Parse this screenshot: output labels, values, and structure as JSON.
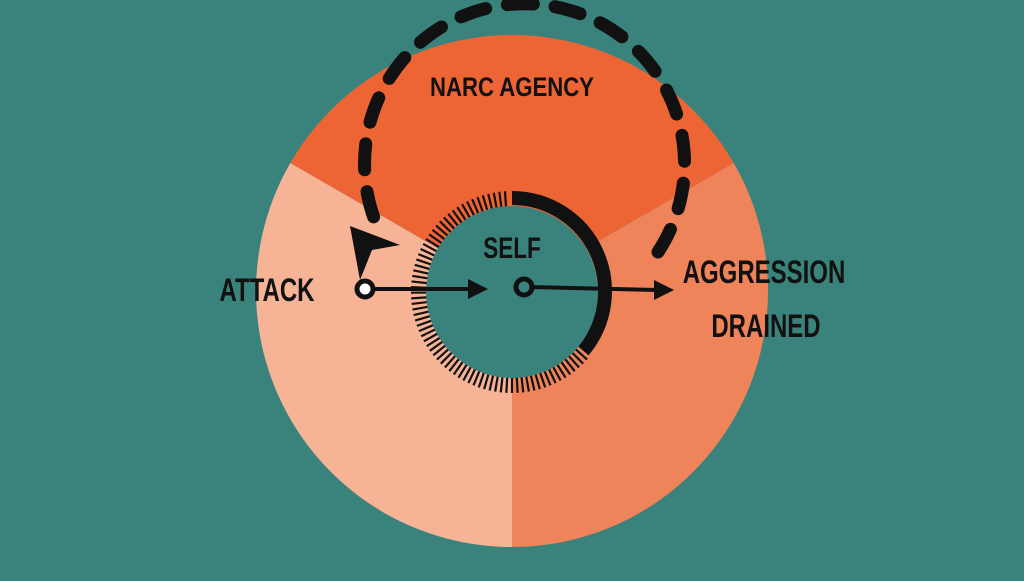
{
  "labels": {
    "top": "NARC AGENCY",
    "center": "SELF",
    "left": "ATTACK",
    "right_line1": "AGGRESSION",
    "right_line2": "DRAINED"
  },
  "colors": {
    "background": "#3a827c",
    "top_sector": "#ee6535",
    "left_sector": "#f6b396",
    "right_sector": "#ef835a",
    "inner": "#3a827c",
    "ink": "#111111"
  }
}
